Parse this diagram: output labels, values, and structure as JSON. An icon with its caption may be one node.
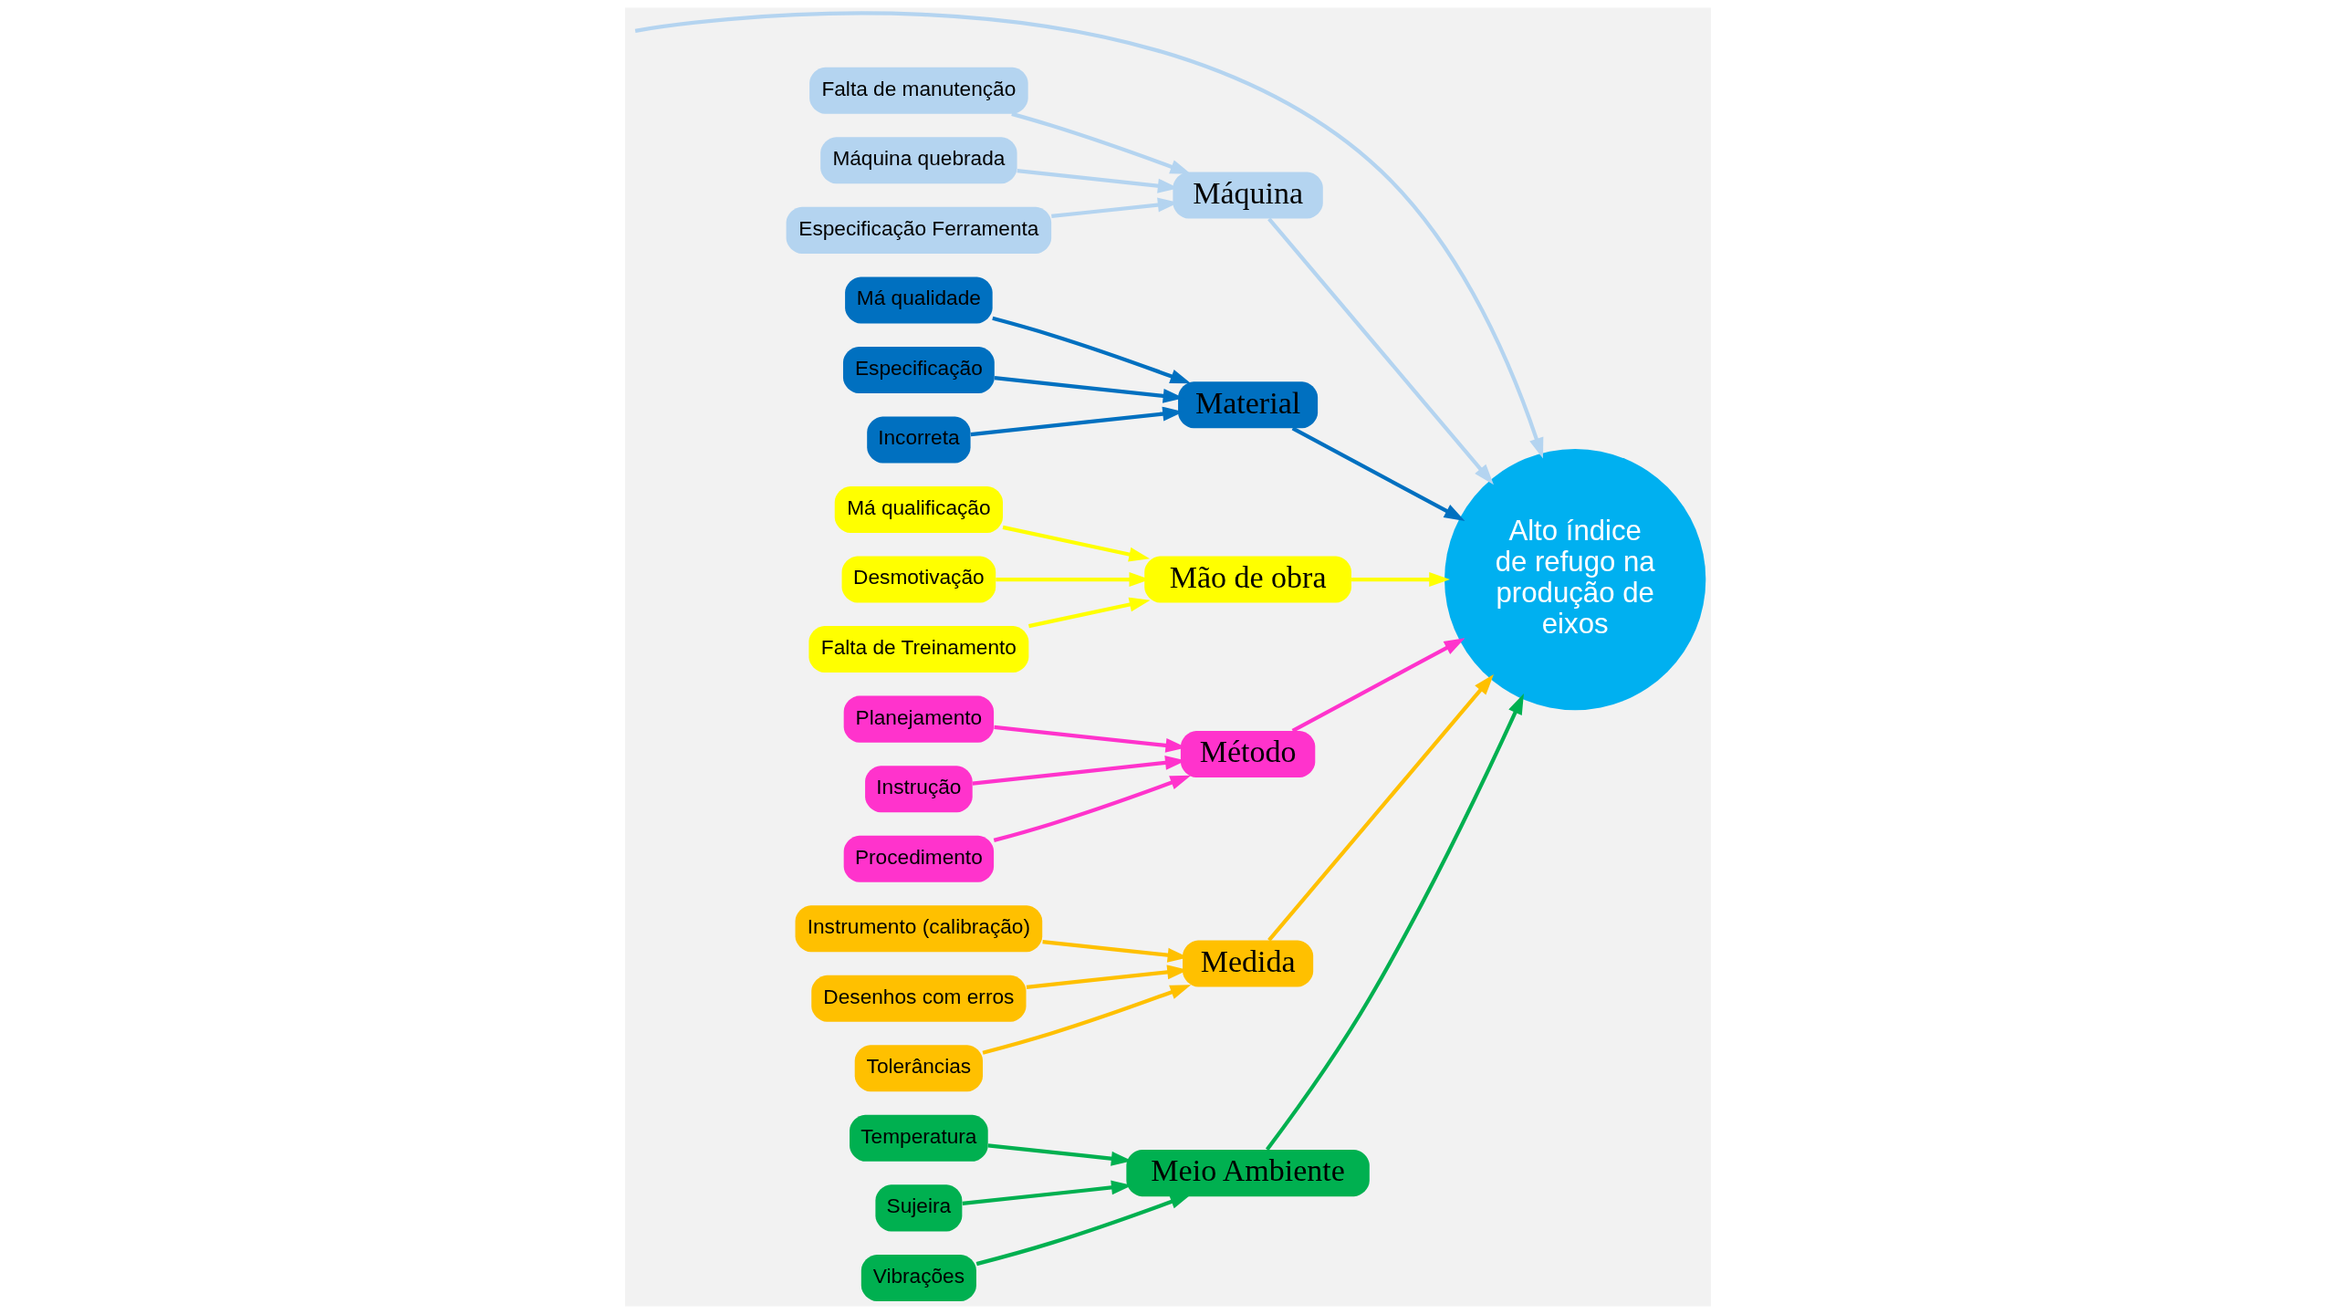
{
  "diagram": {
    "nodes": [
      {
        "text": [
          "Máquina"
        ]
      },
      {
        "text": [
          "Falta de manutenção"
        ]
      },
      {
        "text": [
          "Máquina quebrada"
        ]
      },
      {
        "text": [
          "Especificação Ferramenta"
        ]
      },
      {
        "text": [
          "Material"
        ]
      },
      {
        "text": [
          "Má qualidade"
        ]
      },
      {
        "text": [
          "Especificação"
        ]
      },
      {
        "text": [
          "Incorreta"
        ]
      },
      {
        "text": [
          "Mão de obra"
        ]
      },
      {
        "text": [
          "Má qualificação"
        ]
      },
      {
        "text": [
          "Desmotivação"
        ]
      },
      {
        "text": [
          "Falta de Treinamento"
        ]
      },
      {
        "text": [
          "Alto índice de refugo na produção de eixos"
        ]
      },
      {
        "text": [
          "Método"
        ]
      },
      {
        "text": [
          "Planejamento"
        ]
      },
      {
        "text": [
          "Instrução"
        ]
      },
      {
        "text": [
          "Procedimento"
        ]
      },
      {
        "text": [
          "Medida"
        ]
      },
      {
        "text": [
          "Instrumento (calibração)"
        ]
      },
      {
        "text": [
          "Desenhos com erros"
        ]
      },
      {
        "text": [
          "Tolerâncias"
        ]
      },
      {
        "text": [
          "Meio Ambiente"
        ]
      },
      {
        "text": [
          "Temperatura"
        ]
      },
      {
        "text": [
          "Sujeira"
        ]
      },
      {
        "text": [
          "Vibrações"
        ]
      }
    ],
    "edges": [
      {
        "from": 1,
        "to": 0,
        "arrow": "to",
        "color": "#b4d4f0"
      },
      {
        "from": 2,
        "to": 0,
        "arrow": "to",
        "color": "#b4d4f0"
      },
      {
        "from": 3,
        "to": 0,
        "arrow": "to",
        "color": "#b4d4f0"
      },
      {
        "from": 5,
        "to": 4,
        "arrow": "to",
        "color": "#0070c0"
      },
      {
        "from": 6,
        "to": 4,
        "arrow": "to",
        "color": "#0070c0"
      },
      {
        "from": 7,
        "to": 4,
        "arrow": "to",
        "color": "#0070c0"
      },
      {
        "from": 9,
        "to": 8,
        "arrow": "to",
        "color": "#ffff00"
      },
      {
        "from": 10,
        "to": 8,
        "arrow": "to",
        "color": "#ffff00"
      },
      {
        "from": 11,
        "to": 8,
        "arrow": "to",
        "color": "#ffff00"
      },
      {
        "from": 14,
        "to": 13,
        "arrow": "to",
        "color": "#ff33cc"
      },
      {
        "from": 15,
        "to": 13,
        "arrow": "to",
        "color": "#ff33cc"
      },
      {
        "from": 16,
        "to": 13,
        "arrow": "to",
        "color": "#ff33cc"
      },
      {
        "from": 18,
        "to": 17,
        "arrow": "to",
        "color": "#ffc000"
      },
      {
        "from": 19,
        "to": 17,
        "arrow": "to",
        "color": "#ffc000"
      },
      {
        "from": 20,
        "to": 17,
        "arrow": "to",
        "color": "#ffc000"
      },
      {
        "from": 22,
        "to": 21,
        "arrow": "to",
        "color": "#00b050"
      },
      {
        "from": 23,
        "to": 21,
        "arrow": "to",
        "color": "#00b050"
      },
      {
        "from": 24,
        "to": 21,
        "arrow": "to",
        "color": "#00b050"
      },
      {
        "from": 0,
        "to": 12,
        "arrow": "to",
        "color": "#b4d4f0"
      },
      {
        "from": 4,
        "to": 12,
        "arrow": "to",
        "color": "#0070c0"
      },
      {
        "from": 8,
        "to": 12,
        "arrow": "to",
        "color": "#ffff00"
      },
      {
        "from": 13,
        "to": 12,
        "arrow": "to",
        "color": "#ff33cc"
      },
      {
        "from": 17,
        "to": 12,
        "arrow": "to",
        "color": "#ffc000"
      },
      {
        "from": 21,
        "to": 12,
        "arrow": "to",
        "color": "#00b050"
      },
      {
        "from": null,
        "to": 12,
        "arrow": "to",
        "color": "#b4d4f0"
      }
    ]
  }
}
